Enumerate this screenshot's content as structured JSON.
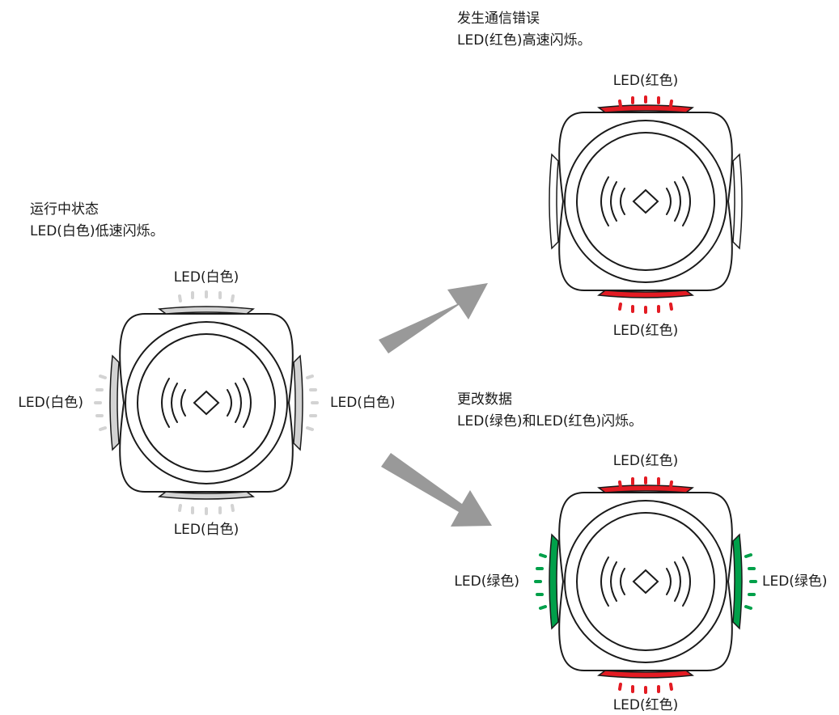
{
  "colors": {
    "white_led": "#d3d3d3",
    "red_led": "#e31b23",
    "green_led": "#00a04a",
    "arrow": "#999999",
    "outline": "#1a1a1a"
  },
  "running": {
    "title": "运行中状态",
    "desc": "LED(白色)低速闪烁。",
    "top_label": "LED(白色)",
    "bottom_label": "LED(白色)",
    "left_label": "LED(白色)",
    "right_label": "LED(白色)"
  },
  "comm_error": {
    "title": "发生通信错误",
    "desc": "LED(红色)高速闪烁。",
    "top_label": "LED(红色)",
    "bottom_label": "LED(红色)"
  },
  "data_change": {
    "title": "更改数据",
    "desc": "LED(绿色)和LED(红色)闪烁。",
    "top_label": "LED(红色)",
    "bottom_label": "LED(红色)",
    "left_label": "LED(绿色)",
    "right_label": "LED(绿色)"
  }
}
